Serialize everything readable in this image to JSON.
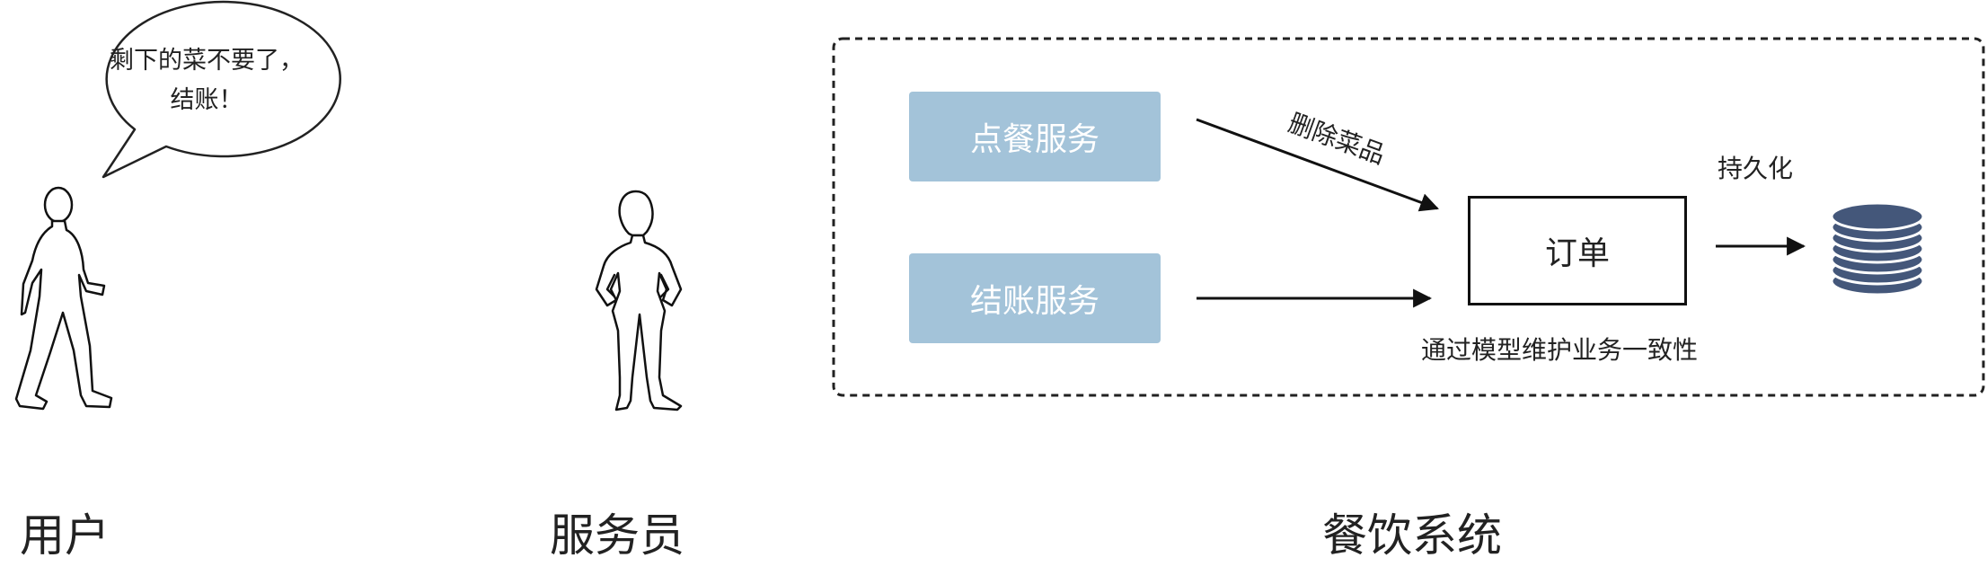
{
  "actors": {
    "user_label": "用户",
    "waiter_label": "服务员",
    "system_label": "餐饮系统"
  },
  "speech_bubble": {
    "text": "剩下的菜不要了，结账！"
  },
  "services": {
    "ordering": "点餐服务",
    "checkout": "结账服务"
  },
  "order": {
    "label": "订单"
  },
  "edges": {
    "delete_dish": "删除菜品",
    "persist": "持久化"
  },
  "caption": "通过模型维护业务一致性",
  "icons": {
    "user": "walking-person-icon",
    "waiter": "standing-woman-icon",
    "database": "database-icon"
  },
  "colors": {
    "service_fill": "#a3c3d9",
    "database_fill": "#44577a",
    "border": "#222222"
  }
}
